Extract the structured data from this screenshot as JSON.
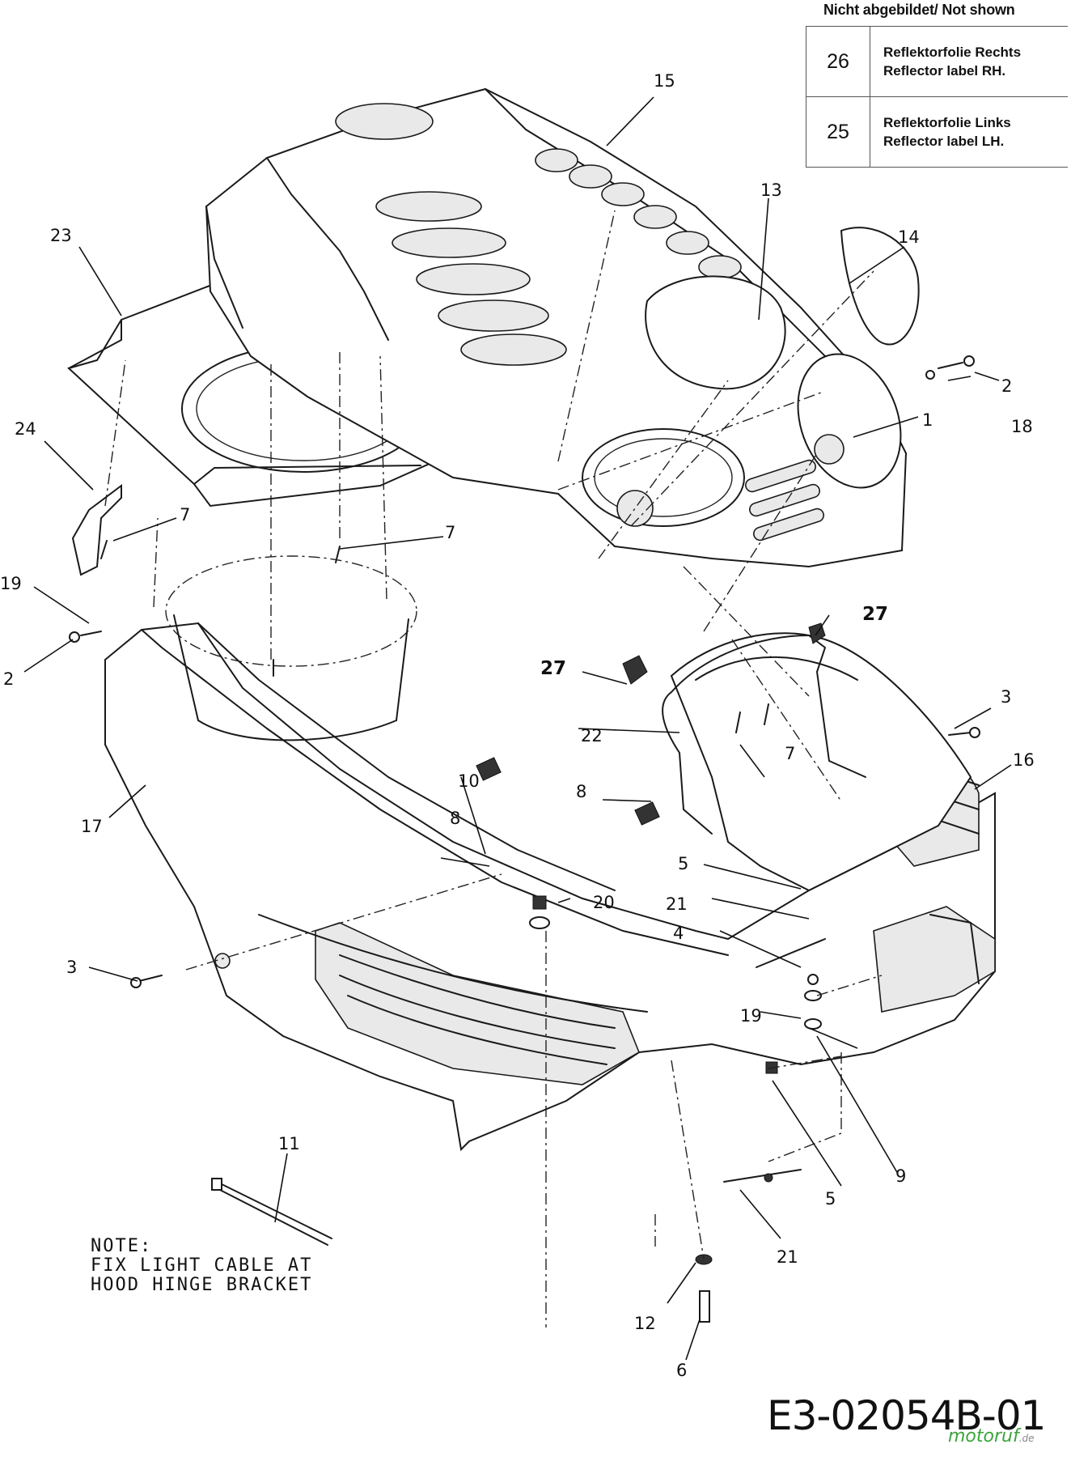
{
  "not_shown": {
    "caption": "Nicht abgebildet/ Not shown",
    "rows": [
      {
        "number": "26",
        "label_de": "Reflektorfolie Rechts",
        "label_en": "Reflector label RH."
      },
      {
        "number": "25",
        "label_de": "Reflektorfolie Links",
        "label_en": "Reflector label LH."
      }
    ]
  },
  "callouts": {
    "c1": "1",
    "c2a": "2",
    "c2b": "2",
    "c3a": "3",
    "c3b": "3",
    "c4": "4",
    "c5a": "5",
    "c5b": "5",
    "c6": "6",
    "c7a": "7",
    "c7b": "7",
    "c7c": "7",
    "c8a": "8",
    "c8b": "8",
    "c9": "9",
    "c10": "10",
    "c11": "11",
    "c12": "12",
    "c13": "13",
    "c14": "14",
    "c15": "15",
    "c16": "16",
    "c17": "17",
    "c18": "18",
    "c19a": "19",
    "c19b": "19",
    "c20": "20",
    "c21a": "21",
    "c21b": "21",
    "c22": "22",
    "c23": "23",
    "c24": "24",
    "c27a": "27",
    "c27b": "27"
  },
  "note": {
    "line1": "NOTE:",
    "line2": "FIX LIGHT CABLE AT",
    "line3": "HOOD HINGE BRACKET"
  },
  "diagram_id": "E3-02054B-01",
  "watermark": {
    "name": "motoruf",
    "tld": ".de",
    "color": "#3aa53a"
  }
}
